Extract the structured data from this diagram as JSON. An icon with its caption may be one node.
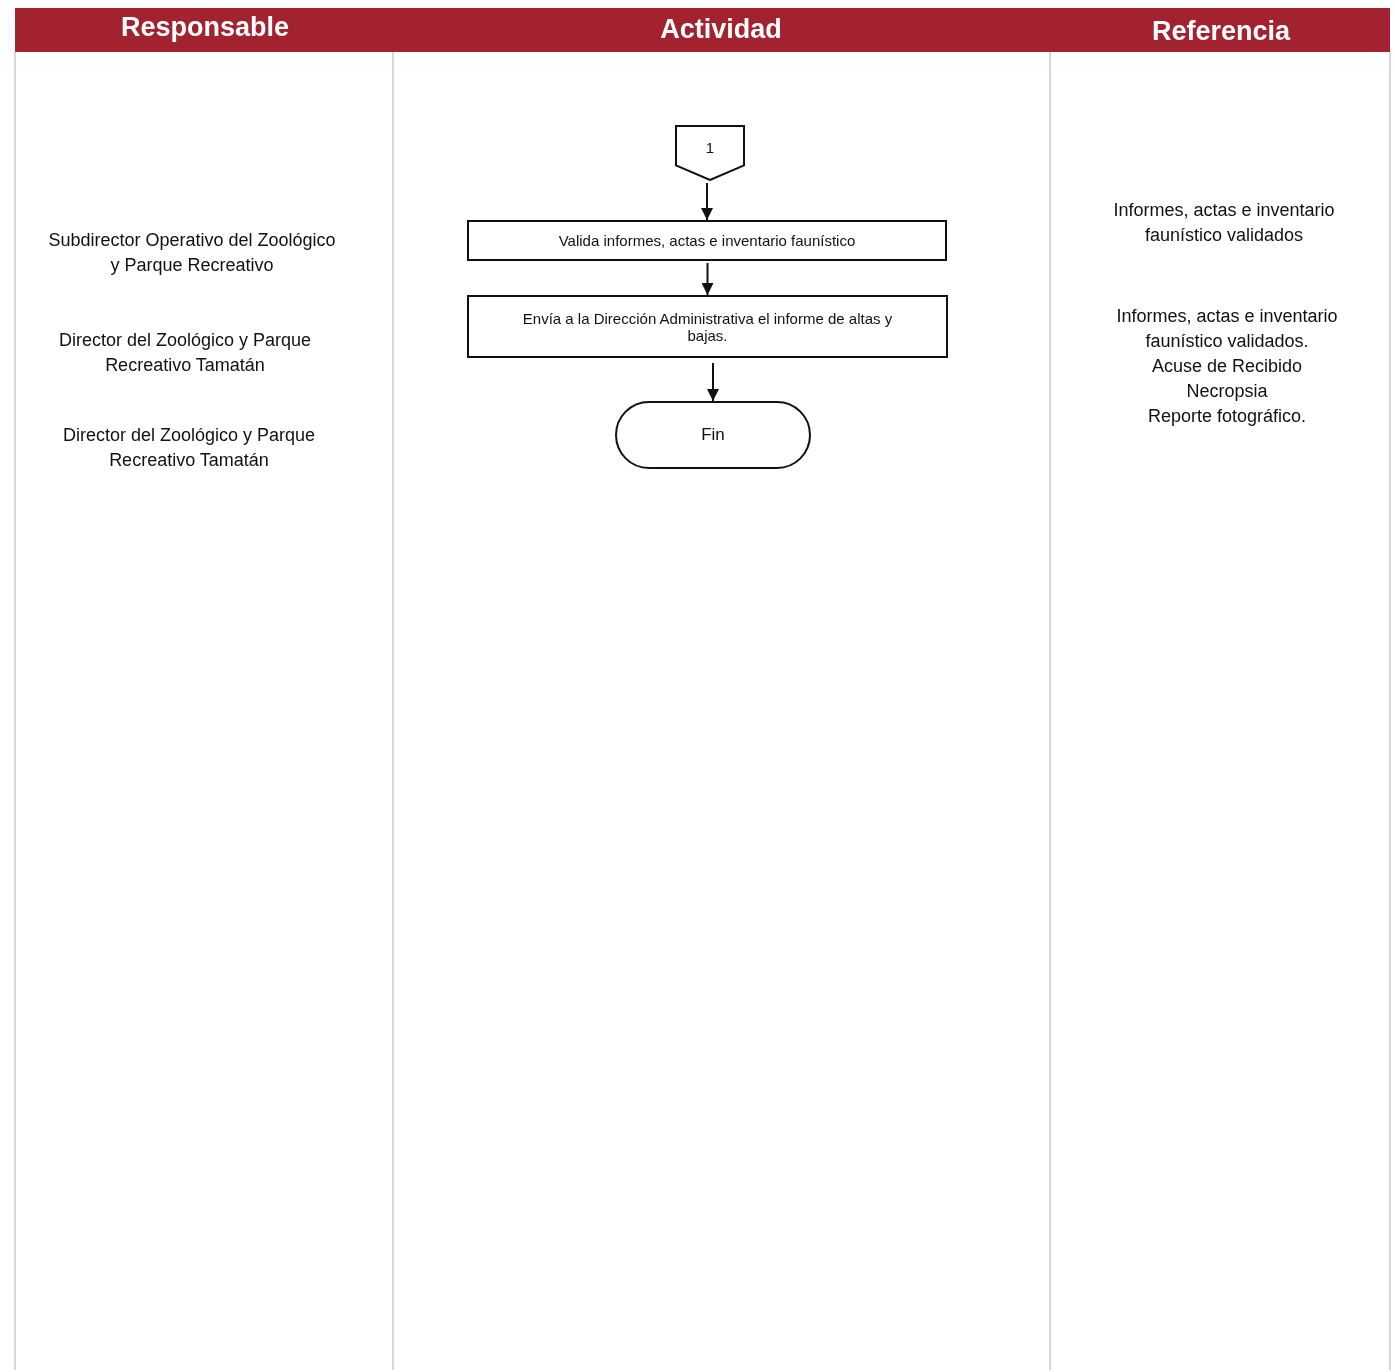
{
  "diagram": {
    "nodes": [
      {
        "text": [
          "1"
        ]
      },
      {
        "text": [
          "Valida informes, actas e inventario faunístico"
        ]
      },
      {
        "text": [
          "Envía a la Dirección Administrativa el informe de altas y bajas."
        ]
      },
      {
        "text": [
          "Fin"
        ]
      }
    ],
    "edges": [
      {
        "from": 0,
        "to": 1,
        "arrow": "to"
      },
      {
        "from": 1,
        "to": 2,
        "arrow": "to"
      },
      {
        "from": 2,
        "to": 3,
        "arrow": "to"
      }
    ],
    "labels": [
      "Responsable",
      "Actividad",
      "Referencia",
      "Subdirector Operativo del Zoológico y Parque Recreativo",
      "Director del Zoológico y Parque Recreativo Tamatán",
      "Director del Zoológico y Parque Recreativo Tamatán",
      "Informes, actas e inventario faunístico validados",
      "Informes, actas e inventario faunístico validados.",
      "Acuse de Recibido",
      "Necropsia",
      "Reporte fotográfico."
    ]
  }
}
